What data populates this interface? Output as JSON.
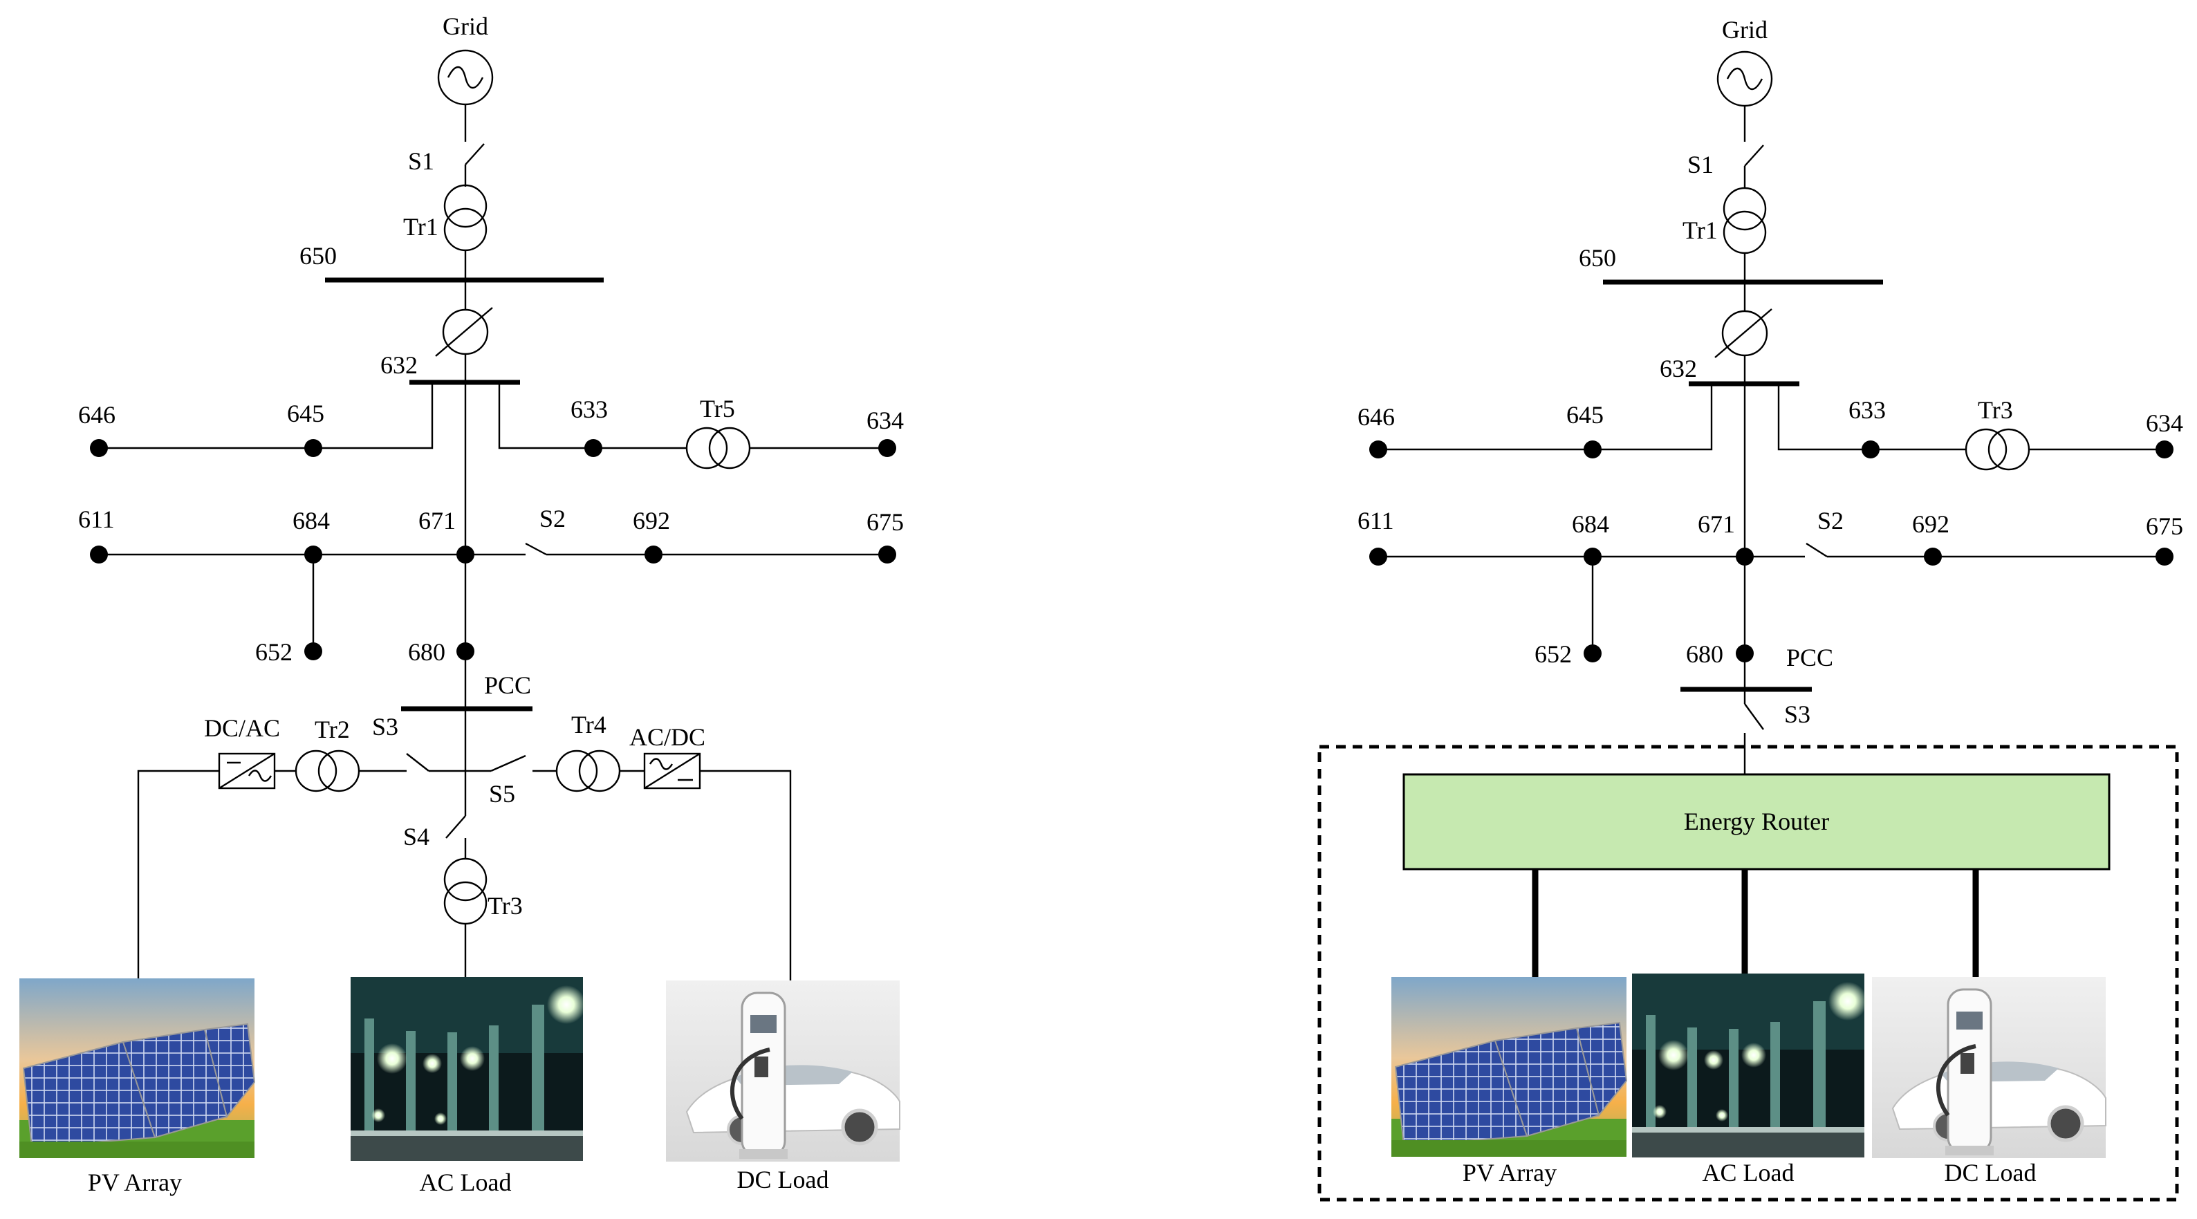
{
  "left": {
    "grid": "Grid",
    "switches": {
      "s1": "S1",
      "s2": "S2",
      "s3": "S3",
      "s4": "S4",
      "s5": "S5"
    },
    "transformers": {
      "tr1": "Tr1",
      "tr2": "Tr2",
      "tr3": "Tr3",
      "tr4": "Tr4",
      "tr5": "Tr5"
    },
    "buses": {
      "b650": "650",
      "b632": "632",
      "b646": "646",
      "b645": "645",
      "b633": "633",
      "b634": "634",
      "b611": "611",
      "b684": "684",
      "b671": "671",
      "b692": "692",
      "b675": "675",
      "b652": "652",
      "b680": "680"
    },
    "pcc": "PCC",
    "converters": {
      "dcac": "DC/AC",
      "acdc": "AC/DC"
    },
    "loads": {
      "pv": "PV Array",
      "ac": "AC Load",
      "dc": "DC Load"
    }
  },
  "right": {
    "grid": "Grid",
    "switches": {
      "s1": "S1",
      "s2": "S2",
      "s3": "S3"
    },
    "transformers": {
      "tr1": "Tr1",
      "tr3": "Tr3"
    },
    "buses": {
      "b650": "650",
      "b632": "632",
      "b646": "646",
      "b645": "645",
      "b633": "633",
      "b634": "634",
      "b611": "611",
      "b684": "684",
      "b671": "671",
      "b692": "692",
      "b675": "675",
      "b652": "652",
      "b680": "680"
    },
    "pcc": "PCC",
    "router": "Energy Router",
    "loads": {
      "pv": "PV Array",
      "ac": "AC Load",
      "dc": "DC Load"
    },
    "colors": {
      "router_fill": "#c6e9b0"
    }
  }
}
